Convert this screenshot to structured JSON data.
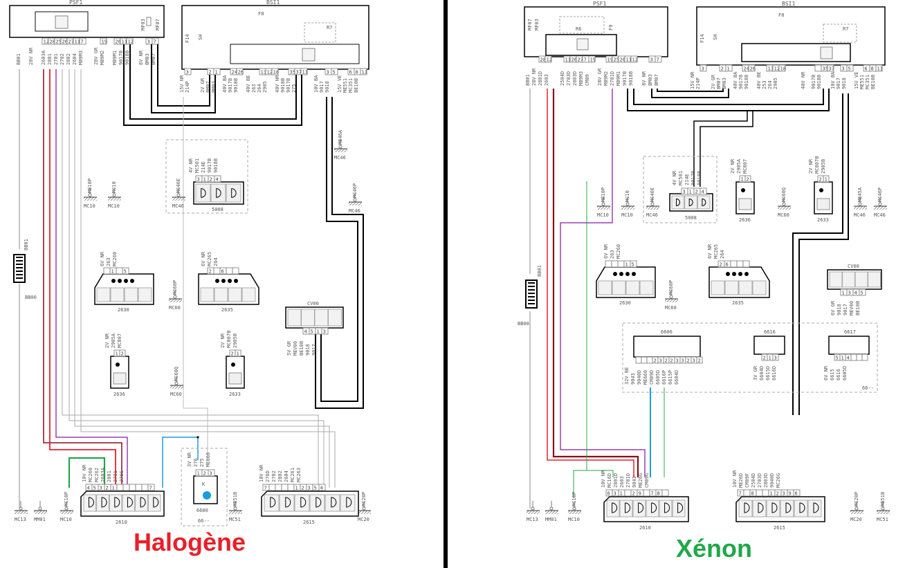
{
  "colors": {
    "red": "#e8202a",
    "darkred": "#8b0a1a",
    "purple": "#9b3fb0",
    "green": "#20a84a",
    "blue": "#1a9be0",
    "black": "#000000",
    "gray": "#888888",
    "lightgray": "#cccccc"
  },
  "captions": {
    "halogen": "Halogène",
    "xenon": "Xénon"
  },
  "halogen": {
    "psf1": {
      "title": "PSF1",
      "fuses": [
        "MF03",
        "MF07"
      ],
      "pins": [
        "12",
        "28",
        "25",
        "26",
        "27",
        "11",
        "7",
        "19",
        "26",
        "11",
        "12",
        "3",
        "7"
      ],
      "wires": [
        "BB01",
        "28V NR",
        "2603A",
        "2801",
        "2701",
        "2702",
        "2802",
        "2604",
        "MB9M3",
        "28V GR",
        "MB9M2",
        "MB9M1",
        "9017B",
        "9018B",
        "8V NR",
        "BM03",
        "BM07"
      ]
    },
    "bsi1": {
      "title": "BSI1",
      "fuses": [
        "F14",
        "SH",
        "F8",
        "R7"
      ],
      "pins": [
        "3",
        "2",
        "1",
        "24",
        "26",
        "13",
        "12",
        "18",
        "35",
        "37",
        "11",
        "3",
        "5",
        "6",
        "8",
        "11"
      ],
      "wires": [
        "15V NR",
        "214P",
        "2V GR",
        "BM07",
        "BM03",
        "40V BA",
        "9017B",
        "9018B",
        "40V BE",
        "263",
        "264",
        "2905",
        "40V NR",
        "9018B",
        "9017B",
        "275",
        "10V BA",
        "9017",
        "9018",
        "15V VE",
        "ME551",
        "MC351",
        "BE10B"
      ]
    },
    "c5008": {
      "id": "5008",
      "pins": [
        "3",
        "1",
        "2",
        "4"
      ],
      "wires": [
        "4V NR",
        "MC501",
        "214E",
        "9017B",
        "9018B"
      ]
    },
    "grounds": [
      "ME10P",
      "MC10",
      "MC10",
      "MC10",
      "MC46E",
      "MC46",
      "ME46A",
      "MC46",
      "MC46P",
      "MC46",
      "MC60P",
      "MC60",
      "MC60Q",
      "MC60",
      "MC13",
      "MM01",
      "MC10P",
      "MC10",
      "ME51B",
      "MC51",
      "MC20P",
      "MC20"
    ],
    "bb00": {
      "top": "BB01",
      "bottom": "BB00"
    },
    "c2630": {
      "id": "2630",
      "pins": [
        "1",
        "5"
      ],
      "wires": [
        "6V NR",
        "263",
        "MC260"
      ]
    },
    "c2635": {
      "id": "2635",
      "pins": [
        "2",
        "6"
      ],
      "wires": [
        "6V NR",
        "MC265",
        "264"
      ]
    },
    "c2636": {
      "id": "2636",
      "pins": [
        "1",
        "2"
      ],
      "wires": [
        "2V NR",
        "2905A",
        "MC807"
      ]
    },
    "c2633": {
      "id": "2633",
      "pins": [
        "2",
        "1"
      ],
      "wires": [
        "2V NR",
        "MC807B",
        "2905B"
      ]
    },
    "cv00": {
      "id": "CV00",
      "pins": [
        "4",
        "5",
        "1",
        "3"
      ],
      "wires": [
        "5V GR",
        "MEV00",
        "BE10B",
        "9018",
        "9017"
      ]
    },
    "c2610": {
      "id": "2610",
      "pins": [
        "4",
        "5",
        "3",
        "2",
        "1",
        "7"
      ],
      "wires": [
        "10V NR",
        "MC260",
        "MC262",
        "2603A",
        "2801",
        "2701",
        "276G"
      ]
    },
    "c6600": {
      "id": "6600",
      "group": "66--",
      "pins": [
        "1",
        "2",
        "3"
      ],
      "wires": [
        "3V NR",
        "276",
        "275",
        "ME660"
      ],
      "relay": "K"
    },
    "c2615": {
      "id": "2615",
      "pins": [
        "7",
        "1",
        "2",
        "3",
        "5",
        "4"
      ],
      "wires": [
        "10V NR",
        "276D",
        "2702",
        "2802",
        "2604",
        "MC261",
        "MC263"
      ]
    }
  },
  "xenon": {
    "psf1": {
      "title": "PSF1",
      "fuses": [
        "MF07",
        "MF03",
        "F9",
        "R6"
      ],
      "pins": [
        "28",
        "12",
        "11",
        "26",
        "27",
        "7",
        "19",
        "19",
        "25",
        "26",
        "11",
        "12",
        "3",
        "7"
      ],
      "wires": [
        "BB01",
        "28V NR",
        "2801D",
        "2603",
        "2504D",
        "2703D",
        "2803D",
        "MB9M3",
        "CM09",
        "28V GR",
        "MB9M2",
        "2701D",
        "MB9M1",
        "9017B",
        "9018B",
        "8V NR",
        "BM03",
        "BM07"
      ]
    },
    "bsi1": {
      "title": "BSI1",
      "fuses": [
        "F14",
        "SH",
        "F8",
        "R7"
      ],
      "pins": [
        "3",
        "2",
        "1",
        "24",
        "26",
        "13",
        "12",
        "18",
        "35",
        "37",
        "3",
        "5",
        "6",
        "8",
        "11"
      ],
      "wires": [
        "15V NR",
        "214P",
        "2V GR",
        "BM07",
        "BM03",
        "40V BA",
        "9017B",
        "9018B",
        "40V BE",
        "253",
        "264",
        "2905",
        "40V NR",
        "9017B",
        "9018B",
        "10V BA",
        "9017",
        "9018",
        "15V VE",
        "ME551",
        "MC351",
        "BE10B"
      ]
    },
    "c5008": {
      "id": "5008",
      "pins": [
        "3",
        "1",
        "2",
        "4"
      ],
      "wires": [
        "4V NR",
        "MC501",
        "214E",
        "9017B",
        "9018B"
      ]
    },
    "c2636": {
      "id": "2636",
      "pins": [
        "1",
        "2"
      ],
      "wires": [
        "2V NR",
        "2905A",
        "MC807"
      ]
    },
    "c2633": {
      "id": "2633",
      "pins": [
        "2",
        "1"
      ],
      "wires": [
        "2V NR",
        "MC807B",
        "2905B"
      ]
    },
    "grounds": [
      "ME10P",
      "MC10",
      "MC10",
      "MC10",
      "MC46E",
      "MC46",
      "MC60Q",
      "MC60",
      "ME45A",
      "MC46",
      "MC46P",
      "MC46",
      "MC60P",
      "MC60",
      "MC13",
      "MM01",
      "MC10P",
      "MC10",
      "MC20P",
      "MC20",
      "ME51B",
      "MC51"
    ],
    "bb00": {
      "top": "BB01",
      "bottom": "BB00"
    },
    "c2630": {
      "id": "2630",
      "pins": [
        "1",
        "5"
      ],
      "wires": [
        "6V NR",
        "263",
        "MC260"
      ]
    },
    "c2635": {
      "id": "2635",
      "pins": [
        "2",
        "6"
      ],
      "wires": [
        "6V NR",
        "MC265",
        "264"
      ]
    },
    "cv00": {
      "id": "CV00",
      "pins": [
        "1",
        "3",
        "4",
        "5"
      ],
      "wires": [
        "6V GR",
        "9018",
        "9017",
        "MEV00",
        "BE10B"
      ]
    },
    "c6606": {
      "id": "6606",
      "wires": [
        "32V BE",
        "9043",
        "9040D",
        "ME660",
        "CM09D",
        "6605D",
        "6616P",
        "6615P",
        "6604D"
      ]
    },
    "c6616": {
      "id": "6616",
      "pins": [
        "2",
        "1",
        "3"
      ],
      "wires": [
        "3V GR",
        "6604D",
        "6615D",
        "6616D"
      ]
    },
    "c6617": {
      "id": "6617",
      "pins": [
        "5",
        "1",
        "4"
      ],
      "wires": [
        "6V NR",
        "6615",
        "6616",
        "6605D"
      ],
      "group": "66--"
    },
    "c2610": {
      "id": "2610",
      "pins": [
        "6",
        "3",
        "1",
        "2",
        "9",
        "7",
        "8"
      ],
      "wires": [
        "10V NR",
        "MC16D",
        "2801D",
        "2603",
        "2701D",
        "9043",
        "ME26G",
        "CM09G"
      ]
    },
    "c2615": {
      "id": "2615",
      "pins": [
        "7",
        "8",
        "1",
        "2",
        "3",
        "9",
        "6"
      ],
      "wires": [
        "10V NR",
        "ME26D",
        "CM09F",
        "2504D",
        "2703D",
        "2803D",
        "9040D",
        "MC26G"
      ]
    }
  }
}
